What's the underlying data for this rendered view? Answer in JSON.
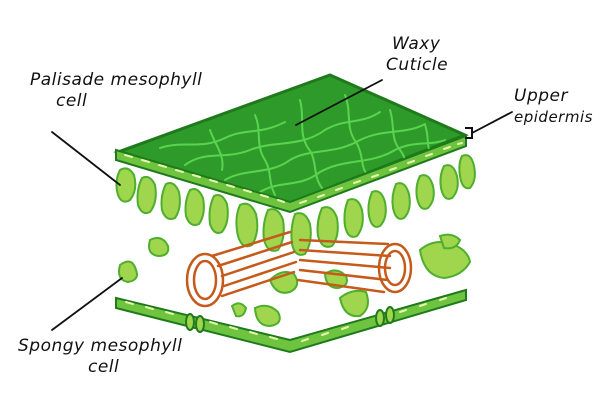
{
  "labels": {
    "palisade": {
      "line1": "Palisade mesophyll",
      "line2": "cell"
    },
    "cuticle": {
      "line1": "Waxy",
      "line2": "Cuticle"
    },
    "epidermis": {
      "line1": "Upper",
      "line2": "epidermis"
    },
    "spongy": {
      "line1": "Spongy mesophyll",
      "line2": "cell"
    }
  },
  "colors": {
    "cuticle_fill": "#2e9a2a",
    "cuticle_vein": "#5ad44e",
    "outline": "#1f7a1c",
    "epidermis_fill": "#6fc43f",
    "epidermis_dots": "#e8f5b0",
    "cell_fill": "#9fd64e",
    "cell_outline": "#4fae2e",
    "vascular": "#c55a1a"
  }
}
